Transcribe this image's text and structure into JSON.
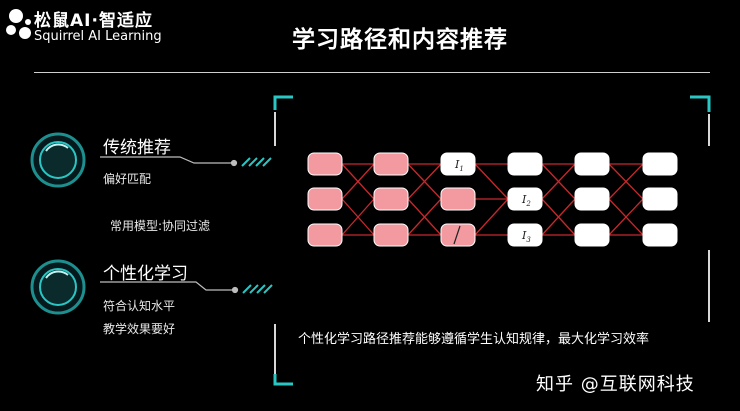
{
  "logo": {
    "chinese": "松鼠AI·智适应",
    "english": "Squirrel AI Learning"
  },
  "title": "学习路径和内容推荐",
  "traditional": {
    "heading": "传统推荐",
    "line1": "偏好匹配",
    "line2": "常用模型:协同过滤"
  },
  "personalized": {
    "heading": "个性化学习",
    "line1": "符合认知水平",
    "line2": "教学效果要好"
  },
  "description": "个性化学习路径推荐能够遵循学生认知规律，最大化学习效率",
  "watermark": "知乎 @互联网科技",
  "colors": {
    "accent_cyan": "#2ac6c4",
    "node_pink": "#f29aa0",
    "node_white": "#ffffff",
    "edge_red": "#c8282c"
  },
  "diagram": {
    "columns": [
      [
        "pink",
        "pink",
        "pink"
      ],
      [
        "pink",
        "pink",
        "pink"
      ],
      [
        "white",
        "pink",
        "pink"
      ],
      [
        "white",
        "white",
        "white"
      ],
      [
        "white",
        "white",
        "white"
      ],
      [
        "white",
        "white",
        "white"
      ]
    ],
    "node_labels": [
      {
        "col": 2,
        "row": 0,
        "text": "I",
        "sub": "1"
      },
      {
        "col": 3,
        "row": 1,
        "text": "I",
        "sub": "2"
      },
      {
        "col": 3,
        "row": 2,
        "text": "I",
        "sub": "3"
      }
    ],
    "edges": [
      [
        [
          0,
          0
        ],
        [
          1,
          0
        ]
      ],
      [
        [
          0,
          0
        ],
        [
          1,
          1
        ]
      ],
      [
        [
          0,
          1
        ],
        [
          1,
          0
        ]
      ],
      [
        [
          0,
          1
        ],
        [
          1,
          2
        ]
      ],
      [
        [
          0,
          2
        ],
        [
          1,
          1
        ]
      ],
      [
        [
          0,
          2
        ],
        [
          1,
          2
        ]
      ],
      [
        [
          1,
          0
        ],
        [
          2,
          0
        ]
      ],
      [
        [
          1,
          0
        ],
        [
          2,
          1
        ]
      ],
      [
        [
          1,
          1
        ],
        [
          2,
          0
        ]
      ],
      [
        [
          1,
          1
        ],
        [
          2,
          2
        ]
      ],
      [
        [
          1,
          2
        ],
        [
          2,
          1
        ]
      ],
      [
        [
          1,
          2
        ],
        [
          2,
          2
        ]
      ],
      [
        [
          2,
          0
        ],
        [
          3,
          0
        ]
      ],
      [
        [
          2,
          0
        ],
        [
          3,
          1
        ]
      ],
      [
        [
          2,
          1
        ],
        [
          3,
          1
        ]
      ],
      [
        [
          2,
          2
        ],
        [
          3,
          1
        ]
      ],
      [
        [
          2,
          2
        ],
        [
          3,
          2
        ]
      ],
      [
        [
          3,
          0
        ],
        [
          4,
          0
        ]
      ],
      [
        [
          3,
          0
        ],
        [
          4,
          1
        ]
      ],
      [
        [
          3,
          1
        ],
        [
          4,
          0
        ]
      ],
      [
        [
          3,
          1
        ],
        [
          4,
          2
        ]
      ],
      [
        [
          3,
          2
        ],
        [
          4,
          1
        ]
      ],
      [
        [
          3,
          2
        ],
        [
          4,
          2
        ]
      ],
      [
        [
          4,
          0
        ],
        [
          5,
          0
        ]
      ],
      [
        [
          4,
          0
        ],
        [
          5,
          1
        ]
      ],
      [
        [
          4,
          1
        ],
        [
          5,
          0
        ]
      ],
      [
        [
          4,
          1
        ],
        [
          5,
          2
        ]
      ],
      [
        [
          4,
          2
        ],
        [
          5,
          1
        ]
      ],
      [
        [
          4,
          2
        ],
        [
          5,
          2
        ]
      ]
    ]
  }
}
